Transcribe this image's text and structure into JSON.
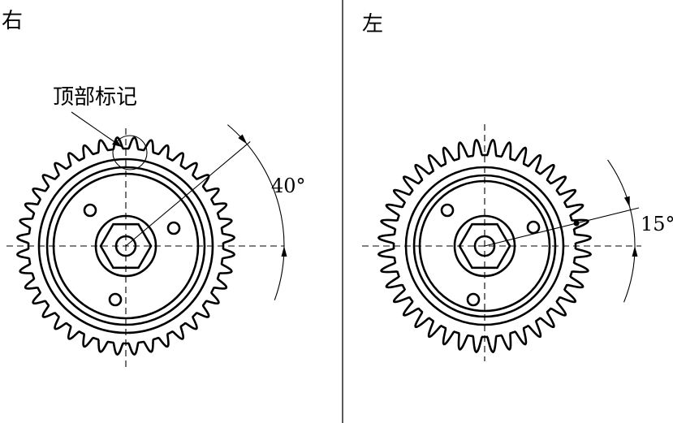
{
  "panels": {
    "right": {
      "side_label": "右",
      "top_mark_label": "顶部标记",
      "angle_label": "40°",
      "angle_deg": 40,
      "tooth_count": 40
    },
    "left": {
      "side_label": "左",
      "angle_label": "15°",
      "angle_deg": 15,
      "tooth_count": 40
    }
  },
  "colors": {
    "ink": "#000000",
    "paper": "#ffffff"
  }
}
